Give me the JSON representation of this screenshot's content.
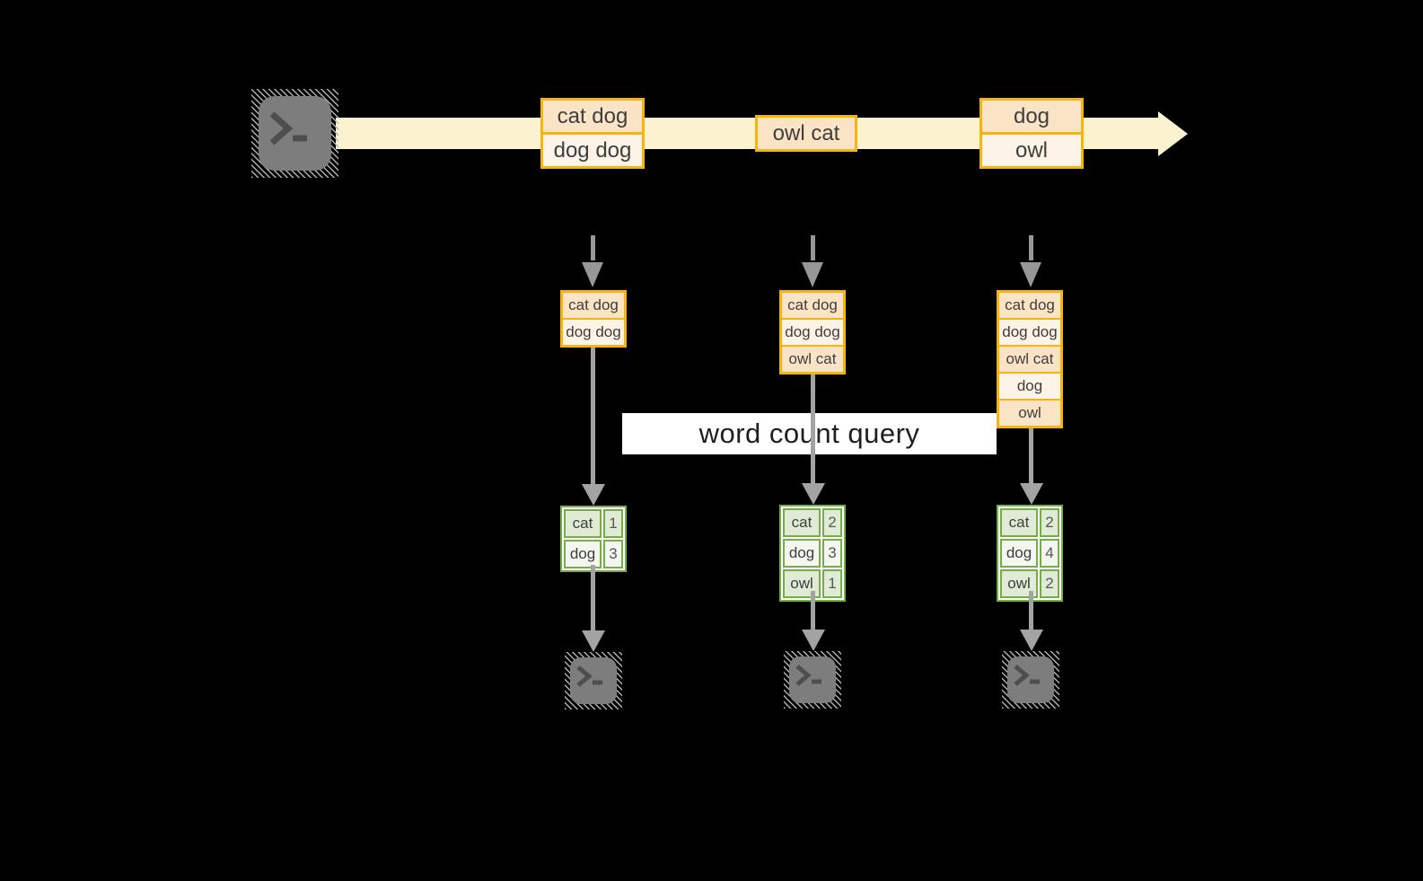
{
  "query": {
    "label": "word count query"
  },
  "stream": {
    "batches": [
      [
        "cat dog",
        "dog dog"
      ],
      [
        "owl cat"
      ],
      [
        "dog",
        "owl"
      ]
    ]
  },
  "columns": [
    {
      "input": [
        "cat dog",
        "dog dog"
      ],
      "counts": [
        {
          "word": "cat",
          "count": "1"
        },
        {
          "word": "dog",
          "count": "3"
        }
      ]
    },
    {
      "input": [
        "cat dog",
        "dog dog",
        "owl cat"
      ],
      "counts": [
        {
          "word": "cat",
          "count": "2"
        },
        {
          "word": "dog",
          "count": "3"
        },
        {
          "word": "owl",
          "count": "1"
        }
      ]
    },
    {
      "input": [
        "cat dog",
        "dog dog",
        "owl cat",
        "dog",
        "owl"
      ],
      "counts": [
        {
          "word": "cat",
          "count": "2"
        },
        {
          "word": "dog",
          "count": "4"
        },
        {
          "word": "owl",
          "count": "2"
        }
      ]
    }
  ],
  "icons": {
    "terminal_glyph": "❯ _"
  },
  "colors": {
    "background": "#000000",
    "band": "#fbf2d0",
    "orange_border": "#f5b40e",
    "peach_fill": "#fbe3c6",
    "cream_fill": "#fdf3e6",
    "green_border": "#77ad46",
    "green_fill_dark": "#e0ebd5",
    "green_fill_light": "#f3f7ef",
    "arrow_gray": "#a3a3a3",
    "terminal_gray": "#7d7d7d"
  }
}
